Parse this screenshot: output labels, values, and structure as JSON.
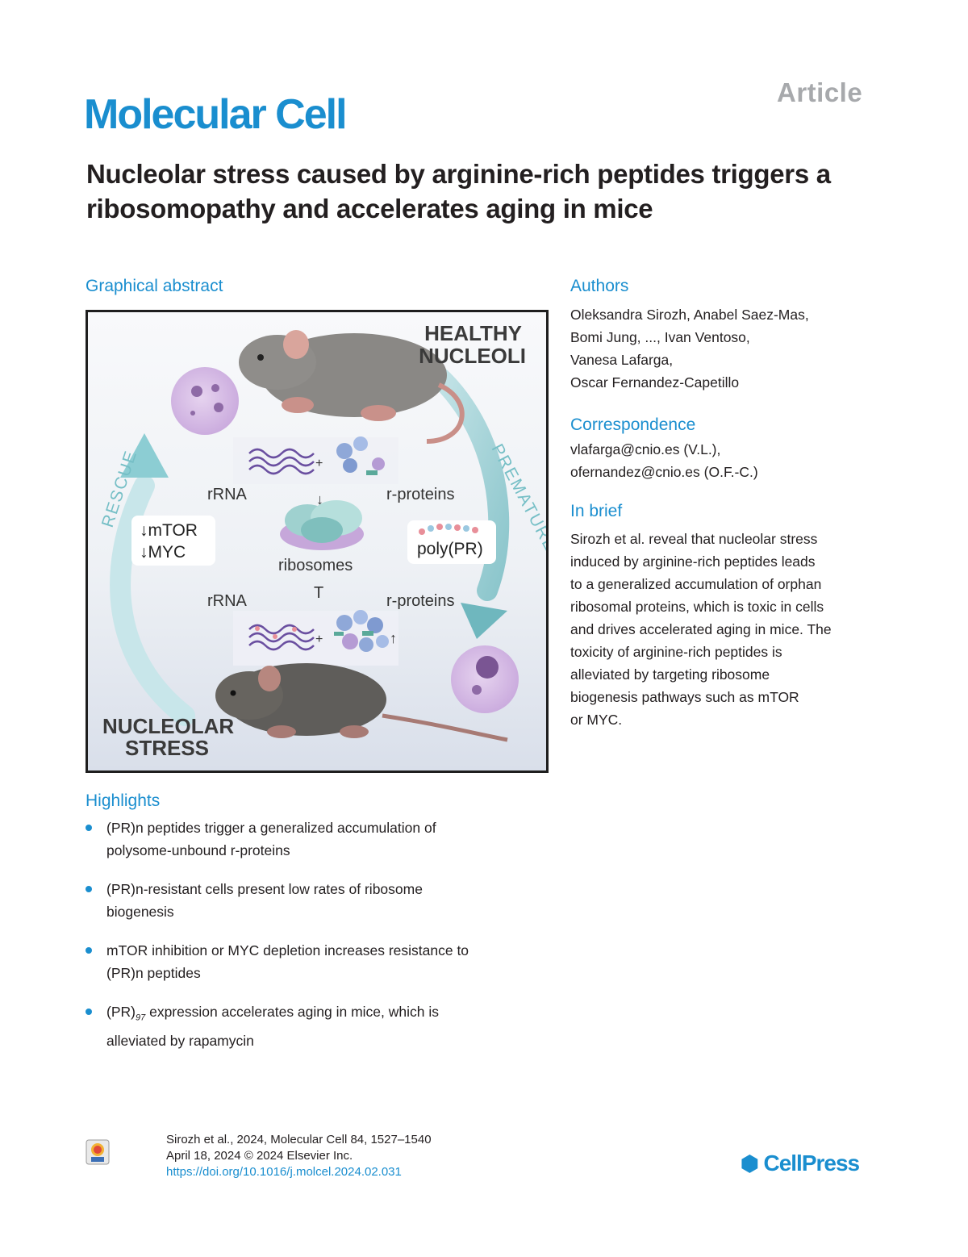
{
  "header": {
    "article_type": "Article",
    "journal": "Molecular Cell"
  },
  "title": "Nucleolar stress caused by arginine-rich peptides triggers a ribosomopathy and accelerates aging in mice",
  "graphical_abstract": {
    "heading": "Graphical abstract",
    "healthy_line1": "HEALTHY",
    "healthy_line2": "NUCLEOLI",
    "stress_line1": "NUCLEOLAR",
    "stress_line2": "STRESS",
    "rescue": "RESCUE",
    "premature_aging": "PREMATURE AGING",
    "rrna_top": "rRNA",
    "rproteins_top": "r-proteins",
    "ribosomes": "ribosomes",
    "rrna_bottom": "rRNA",
    "rproteins_bottom": "r-proteins",
    "mtor": "↓mTOR",
    "myc": "↓MYC",
    "polypr": "poly(PR)",
    "plus_top": "+",
    "plus_bottom": "+",
    "arrow_down": "↓",
    "arrow_up_t": "T",
    "arrow_up": "↑"
  },
  "authors": {
    "heading": "Authors",
    "lines": [
      "Oleksandra Sirozh, Anabel Saez-Mas,",
      "Bomi Jung, ..., Ivan Ventoso,",
      "Vanesa Lafarga,",
      "Oscar Fernandez-Capetillo"
    ]
  },
  "correspondence": {
    "heading": "Correspondence",
    "lines": [
      "vlafarga@cnio.es (V.L.),",
      "ofernandez@cnio.es (O.F.-C.)"
    ]
  },
  "in_brief": {
    "heading": "In brief",
    "lines": [
      "Sirozh et al. reveal that nucleolar stress",
      "induced by arginine-rich peptides leads",
      "to a generalized accumulation of orphan",
      "ribosomal proteins, which is toxic in cells",
      "and drives accelerated aging in mice. The",
      "toxicity of arginine-rich peptides is",
      "alleviated by targeting ribosome",
      "biogenesis pathways such as mTOR",
      "or MYC."
    ]
  },
  "highlights": {
    "heading": "Highlights",
    "items": [
      {
        "line1": "(PR)n peptides trigger a generalized accumulation of",
        "line2": "polysome-unbound r-proteins"
      },
      {
        "line1": "(PR)n-resistant cells present low rates of ribosome",
        "line2": "biogenesis"
      },
      {
        "line1": "mTOR inhibition or MYC depletion increases resistance to",
        "line2": "(PR)n peptides"
      },
      {
        "line1_pre": "(PR)",
        "line1_sub": "97",
        "line1_post": " expression accelerates aging in mice, which is",
        "line2": "alleviated by rapamycin"
      }
    ]
  },
  "footer": {
    "citation": "Sirozh et al., 2024, Molecular Cell 84, 1527–1540",
    "date": "April 18, 2024 © 2024 Elsevier Inc.",
    "doi": "https://doi.org/10.1016/j.molcel.2024.02.031",
    "publisher": "CellPress"
  },
  "colors": {
    "accent_blue": "#1a8ecf",
    "article_gray": "#a7a9ac"
  }
}
